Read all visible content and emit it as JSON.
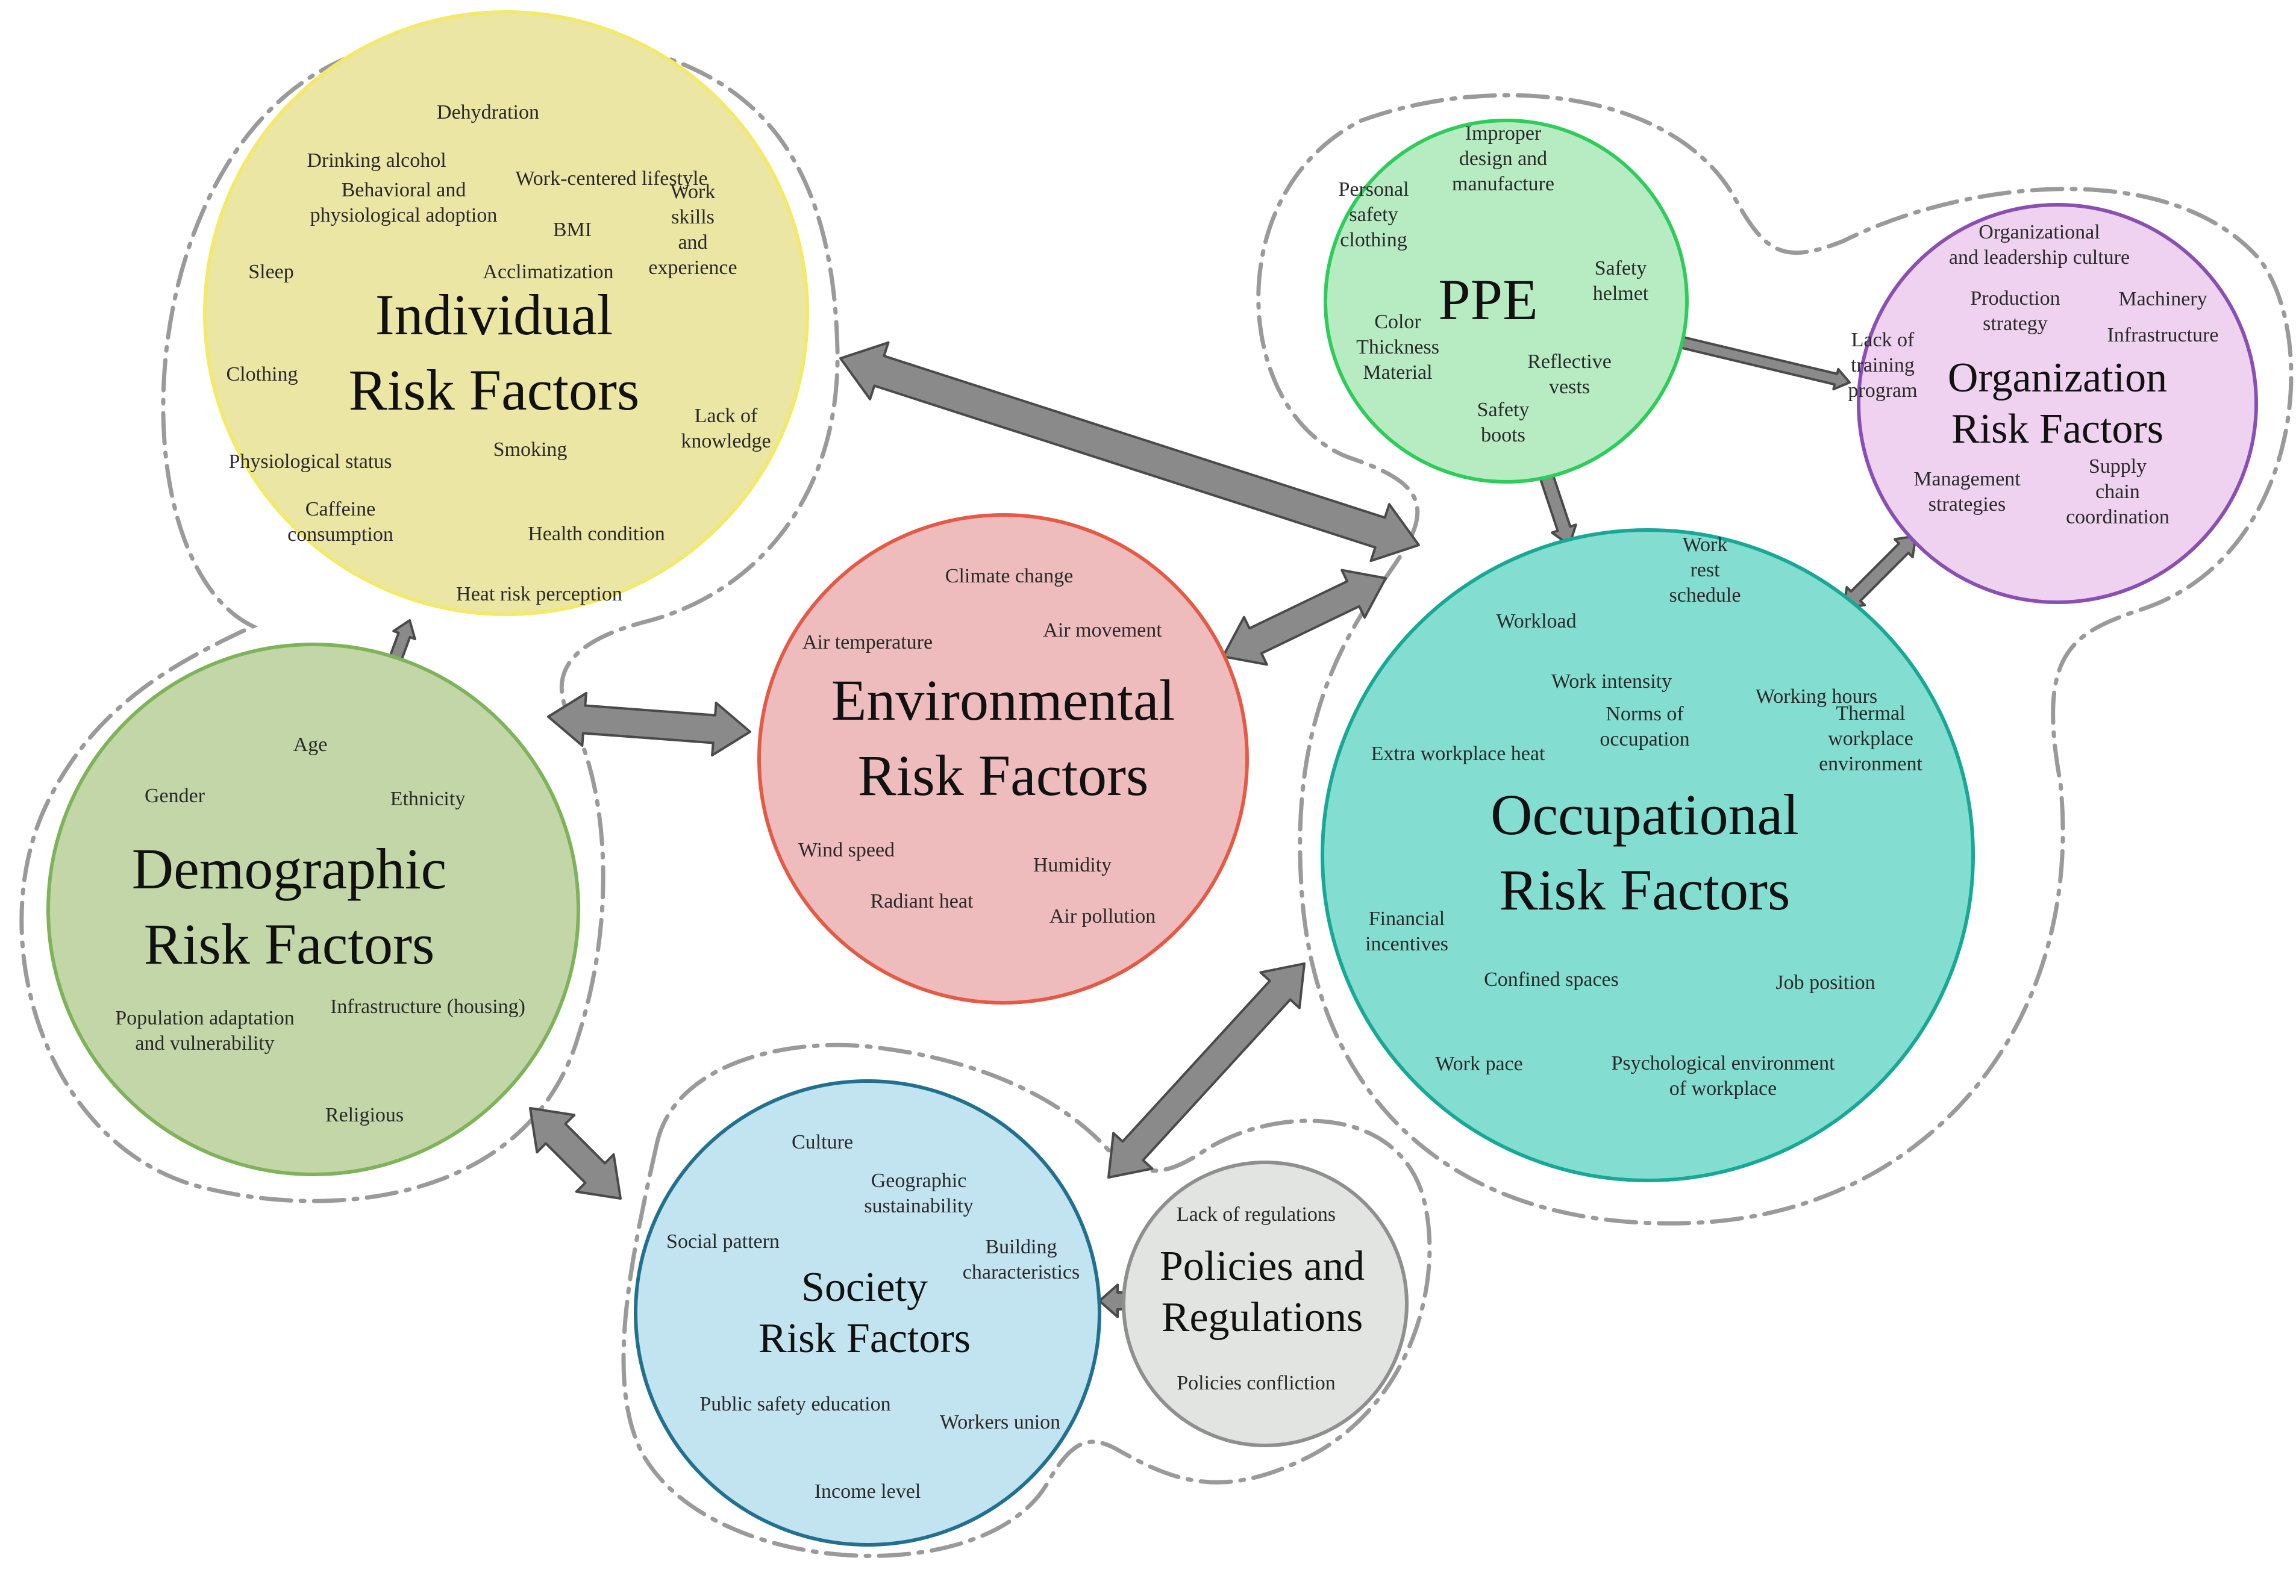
{
  "clusters": [
    {
      "id": "individual",
      "title_lines": [
        "Individual",
        "Risk Factors"
      ],
      "fill": "#ebe6a4",
      "stroke": "#f3e96a",
      "labels": [
        {
          "lines": [
            "Dehydration"
          ]
        },
        {
          "lines": [
            "Drinking alcohol"
          ]
        },
        {
          "lines": [
            "Work-centered lifestyle"
          ]
        },
        {
          "lines": [
            "Behavioral and",
            "physiological adoption"
          ]
        },
        {
          "lines": [
            "BMI"
          ]
        },
        {
          "lines": [
            "Work",
            "skills",
            "and",
            "experience"
          ]
        },
        {
          "lines": [
            "Sleep"
          ]
        },
        {
          "lines": [
            "Acclimatization"
          ]
        },
        {
          "lines": [
            "Clothing"
          ]
        },
        {
          "lines": [
            "Lack of",
            "knowledge"
          ]
        },
        {
          "lines": [
            "Physiological status"
          ]
        },
        {
          "lines": [
            "Smoking"
          ]
        },
        {
          "lines": [
            "Caffeine",
            "consumption"
          ]
        },
        {
          "lines": [
            "Health condition"
          ]
        },
        {
          "lines": [
            "Heat risk perception"
          ]
        }
      ]
    },
    {
      "id": "demographic",
      "title_lines": [
        "Demographic",
        "Risk Factors"
      ],
      "fill": "#c3d6a8",
      "stroke": "#7fb35a",
      "labels": [
        {
          "lines": [
            "Age"
          ]
        },
        {
          "lines": [
            "Gender"
          ]
        },
        {
          "lines": [
            "Ethnicity"
          ]
        },
        {
          "lines": [
            "Infrastructure (housing)"
          ]
        },
        {
          "lines": [
            "Population adaptation",
            "and vulnerability"
          ]
        },
        {
          "lines": [
            "Religious"
          ]
        }
      ]
    },
    {
      "id": "environmental",
      "title_lines": [
        "Environmental",
        "Risk Factors"
      ],
      "fill": "#eebcbd",
      "stroke": "#e55a45",
      "labels": [
        {
          "lines": [
            "Climate change"
          ]
        },
        {
          "lines": [
            "Air temperature"
          ]
        },
        {
          "lines": [
            "Air movement"
          ]
        },
        {
          "lines": [
            "Wind speed"
          ]
        },
        {
          "lines": [
            "Humidity"
          ]
        },
        {
          "lines": [
            "Radiant heat"
          ]
        },
        {
          "lines": [
            "Air pollution"
          ]
        }
      ]
    },
    {
      "id": "ppe",
      "title_lines": [
        "PPE"
      ],
      "fill": "#b7ecc3",
      "stroke": "#2ecc5a",
      "labels": [
        {
          "lines": [
            "Improper",
            "design and",
            "manufacture"
          ]
        },
        {
          "lines": [
            "Personal",
            "safety",
            "clothing"
          ]
        },
        {
          "lines": [
            "Safety",
            "helmet"
          ]
        },
        {
          "lines": [
            "Color",
            "Thickness",
            "Material"
          ]
        },
        {
          "lines": [
            "Reflective",
            "vests"
          ]
        },
        {
          "lines": [
            "Safety",
            "boots"
          ]
        }
      ]
    },
    {
      "id": "organization",
      "title_lines": [
        "Organization",
        "Risk Factors"
      ],
      "fill": "#eed2f0",
      "stroke": "#8a4fb2",
      "labels": [
        {
          "lines": [
            "Organizational",
            "and leadership culture"
          ]
        },
        {
          "lines": [
            "Production",
            "strategy"
          ]
        },
        {
          "lines": [
            "Machinery"
          ]
        },
        {
          "lines": [
            "Infrastructure"
          ]
        },
        {
          "lines": [
            "Lack of",
            "training",
            "program"
          ]
        },
        {
          "lines": [
            "Management",
            "strategies"
          ]
        },
        {
          "lines": [
            "Supply",
            "chain",
            "coordination"
          ]
        }
      ]
    },
    {
      "id": "occupational",
      "title_lines": [
        "Occupational",
        "Risk Factors"
      ],
      "fill": "#84ddd1",
      "stroke": "#17a896",
      "labels": [
        {
          "lines": [
            "Work",
            "rest",
            "schedule"
          ]
        },
        {
          "lines": [
            "Workload"
          ]
        },
        {
          "lines": [
            "Work intensity"
          ]
        },
        {
          "lines": [
            "Working hours"
          ]
        },
        {
          "lines": [
            "Norms of",
            "occupation"
          ]
        },
        {
          "lines": [
            "Thermal",
            "workplace",
            "environment"
          ]
        },
        {
          "lines": [
            "Extra workplace heat"
          ]
        },
        {
          "lines": [
            "Financial",
            "incentives"
          ]
        },
        {
          "lines": [
            "Confined spaces"
          ]
        },
        {
          "lines": [
            "Job position"
          ]
        },
        {
          "lines": [
            "Work pace"
          ]
        },
        {
          "lines": [
            "Psychological environment",
            "of workplace"
          ]
        }
      ]
    },
    {
      "id": "society",
      "title_lines": [
        "Society",
        "Risk Factors"
      ],
      "fill": "#c2e4f0",
      "stroke": "#22708f",
      "labels": [
        {
          "lines": [
            "Culture"
          ]
        },
        {
          "lines": [
            "Geographic",
            "sustainability"
          ]
        },
        {
          "lines": [
            "Social pattern"
          ]
        },
        {
          "lines": [
            "Building",
            "characteristics"
          ]
        },
        {
          "lines": [
            "Public safety education"
          ]
        },
        {
          "lines": [
            "Workers union"
          ]
        },
        {
          "lines": [
            "Income level"
          ]
        }
      ]
    },
    {
      "id": "policies",
      "title_lines": [
        "Policies and",
        "Regulations"
      ],
      "fill": "#e2e4e1",
      "stroke": "#8f8f8f",
      "labels": [
        {
          "lines": [
            "Lack of regulations"
          ]
        },
        {
          "lines": [
            "Policies confliction"
          ]
        }
      ]
    }
  ],
  "colors": {
    "arrow_fill": "#8a8a8a",
    "arrow_stroke": "#4a4a4a",
    "outline": "#9a9a9a"
  }
}
